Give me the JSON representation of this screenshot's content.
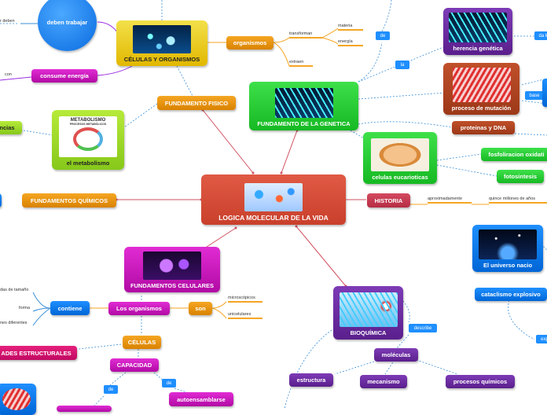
{
  "center": {
    "title": "LOGICA MOLECULAR DE LA VIDA"
  },
  "nodes": {
    "deben_trabajar": "deben trabajar",
    "celulas_organismos": "CÉLULAS Y ORGANISMOS",
    "organismos": "organismos",
    "consume_energia": "consume energía",
    "fundamento_fisico": "FUNDAMENTO FISICO",
    "metabolismo": "el metabolismo",
    "metabolismo_image_title": "METABOLISMO",
    "metabolismo_image_subtitle": "PROCESOS METABÓLICOS",
    "ciencias": "ncias",
    "fundamentos_quimicos": "FUNDAMENTOS QUÍMICOS",
    "fundamento_genetica": "FUNDAMENTO DE LA GENETICA",
    "herencia_genetica": "herencia genética",
    "proceso_mutacion": "proceso de mutación",
    "proteinas_dna": "proteinas y DNA",
    "celulas_eucarioticas": "celulas eucarioticas",
    "fosforilacion": "fosfoliracion oxidati",
    "fotosintesis": "fotosintesis",
    "historia": "HISTORIA",
    "universo": "El universo nacio",
    "cataclismo": "cataclismo explosivo",
    "fundamentos_celulares": "FUNDAMENTOS CELULARES",
    "contiene": "contiene",
    "los_organismos": "Los organismos",
    "son": "son",
    "celulas": "CÉLULAS",
    "capacidad": "CAPACIDAD",
    "autoensamblarse": "autoensamblarse",
    "propiedades": "ADES ESTRUCTURALES",
    "bioquimica": "BIOQUÍMICA",
    "moleculas": "moléculas",
    "estructura": "estructura",
    "mecanismo": "mecanismo",
    "procesos_quimicos": "procesos químicos"
  },
  "labels": {
    "r_deben": "r deben",
    "con": "con",
    "materia": "materia",
    "energia": "energía",
    "transforman": "transforman",
    "extraen": "extraen",
    "de1": "de",
    "la": "la",
    "da_lu": "da lu",
    "base": "base",
    "aproximadamente": "aproximadamente",
    "quince_millones": "quince millones de años",
    "exp": "exp",
    "das_de_tamano": "das de tamaño",
    "forma": "forma",
    "nes_diferentes": "nes diferentes",
    "microscopicos": "microscópicos",
    "unicelulares": "unicelulares",
    "describe": "describe",
    "de2": "de",
    "de3": "de"
  },
  "colors": {
    "link_red": "#d0505f",
    "link_blue_dashed": "#3a8fd6",
    "link_orange": "#f5a623",
    "link_purple": "#9b2fe0"
  }
}
